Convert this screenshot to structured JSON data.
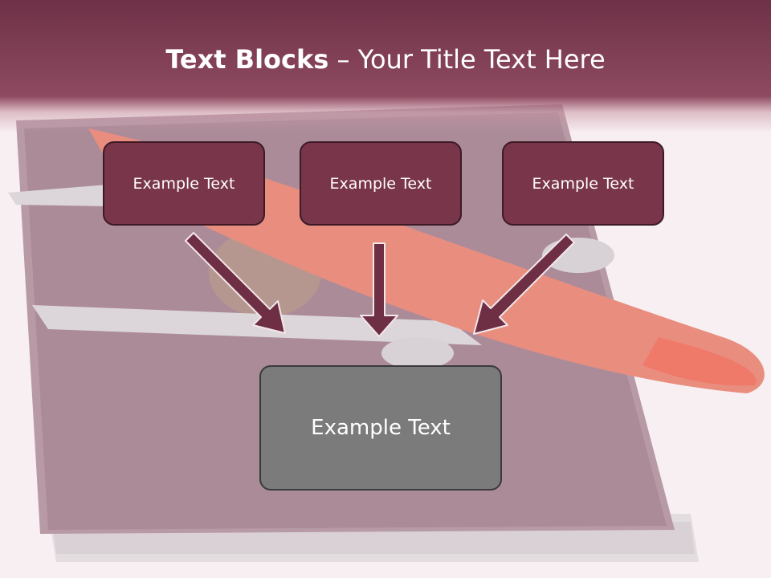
{
  "slide": {
    "title_bold": "Text Blocks",
    "title_dash": " – ",
    "title_rest": "Your Title Text Here"
  },
  "diagram": {
    "top_boxes": [
      {
        "label": "Example Text"
      },
      {
        "label": "Example Text"
      },
      {
        "label": "Example Text"
      }
    ],
    "bottom_box": {
      "label": "Example Text"
    }
  },
  "colors": {
    "header": "#8e4a60",
    "box_fill": "#793549",
    "box_border": "#3d1a26",
    "bottom_box_fill": "#7b7b7b",
    "arrow": "#6e2f44"
  }
}
